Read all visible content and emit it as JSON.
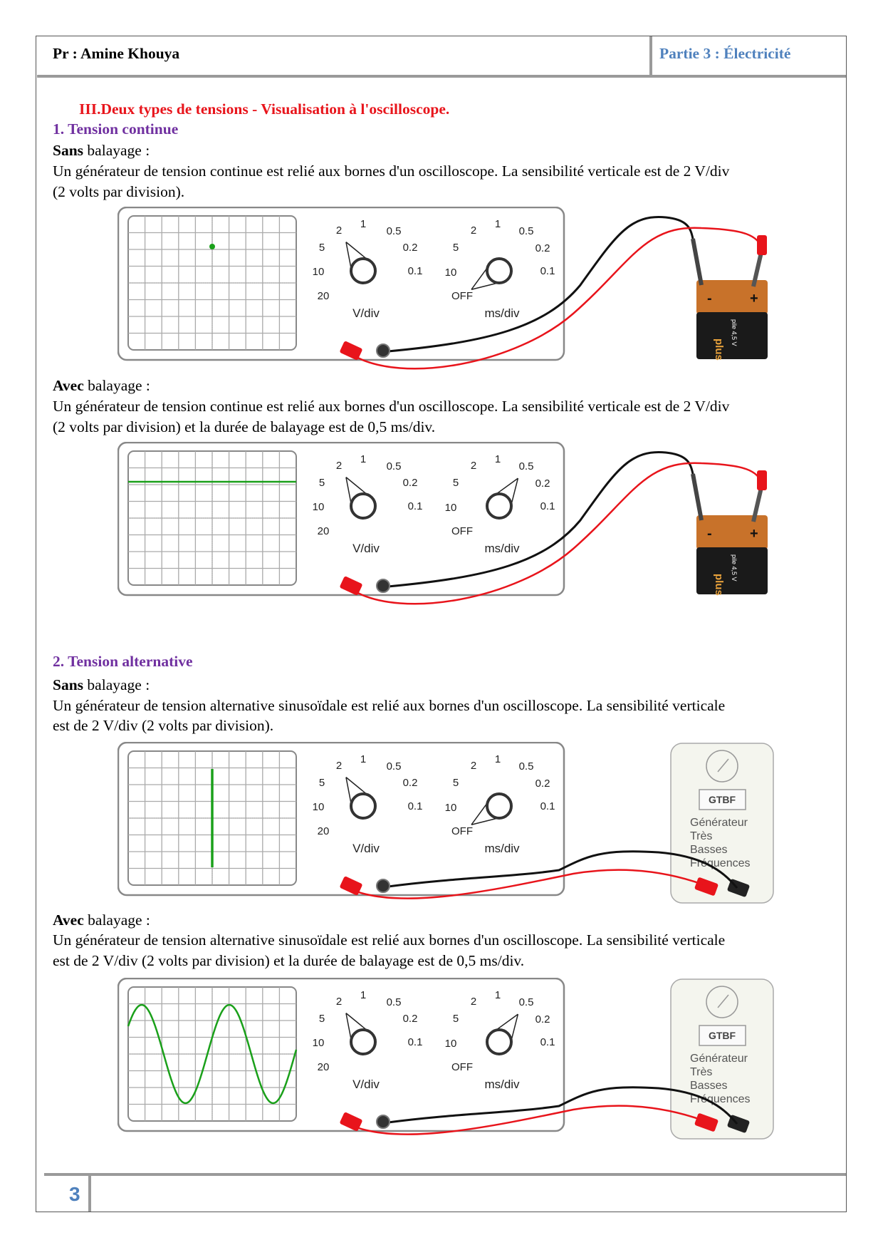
{
  "header": {
    "author": "Pr : Amine Khouya",
    "part": "Partie 3 : Électricité"
  },
  "section_title": "III.Deux types de tensions - Visualisation à l'oscilloscope.",
  "sub1": {
    "title": "1. Tension continue",
    "sans": {
      "bold": "Sans",
      "rest": " balayage :",
      "line1": "Un générateur de tension continue est relié aux bornes d'un oscilloscope. La sensibilité verticale est de 2 V/div",
      "line2": "(2 volts par division)."
    },
    "avec": {
      "bold": "Avec",
      "rest": " balayage :",
      "line1": "Un générateur de tension continue est relié aux bornes d'un oscilloscope. La sensibilité verticale est de 2 V/div",
      "line2": "(2 volts par division) et la durée de balayage est de 0,5 ms/div."
    }
  },
  "sub2": {
    "title": "2. Tension alternative",
    "sans": {
      "bold": "Sans",
      "rest": " balayage :",
      "line1": "Un générateur de tension alternative sinusoïdale est relié aux bornes d'un oscilloscope. La sensibilité verticale",
      "line2": "est de 2 V/div (2 volts par division)."
    },
    "avec": {
      "bold": "Avec",
      "rest": " balayage :",
      "line1": "Un générateur de tension alternative sinusoïdale est relié aux bornes d'un oscilloscope. La sensibilité verticale",
      "line2": "est de 2 V/div (2 volts par division) et la durée de balayage est de 0,5 ms/div."
    }
  },
  "scope": {
    "vdiv_labels": [
      "2",
      "1",
      "0.5",
      "5",
      "0.2",
      "10",
      "0.1",
      "20"
    ],
    "vdiv_unit": "V/div",
    "time_labels": [
      "2",
      "1",
      "0.5",
      "5",
      "0.2",
      "10",
      "0.1",
      "OFF"
    ],
    "time_unit": "ms/div"
  },
  "battery": {
    "label1": "pile 4,5 V",
    "label2": "plus",
    "minus": "-",
    "plus": "+"
  },
  "generator": {
    "box": "GTBF",
    "lines": [
      "Générateur",
      "Très",
      "Basses",
      "Fréquences"
    ]
  },
  "figures": [
    {
      "trace": "dot",
      "source": "battery",
      "vdiv_setting": "2",
      "time_setting": "OFF"
    },
    {
      "trace": "hline",
      "source": "battery",
      "vdiv_setting": "2",
      "time_setting": "0.5"
    },
    {
      "trace": "vline",
      "source": "generator",
      "vdiv_setting": "2",
      "time_setting": "OFF"
    },
    {
      "trace": "sine",
      "source": "generator",
      "vdiv_setting": "2",
      "time_setting": "0.5"
    }
  ],
  "footer": {
    "page": "3"
  },
  "colors": {
    "trace": "#1aa01a",
    "red": "#e8141b",
    "purple": "#7030a0",
    "blue": "#4f81bd"
  }
}
